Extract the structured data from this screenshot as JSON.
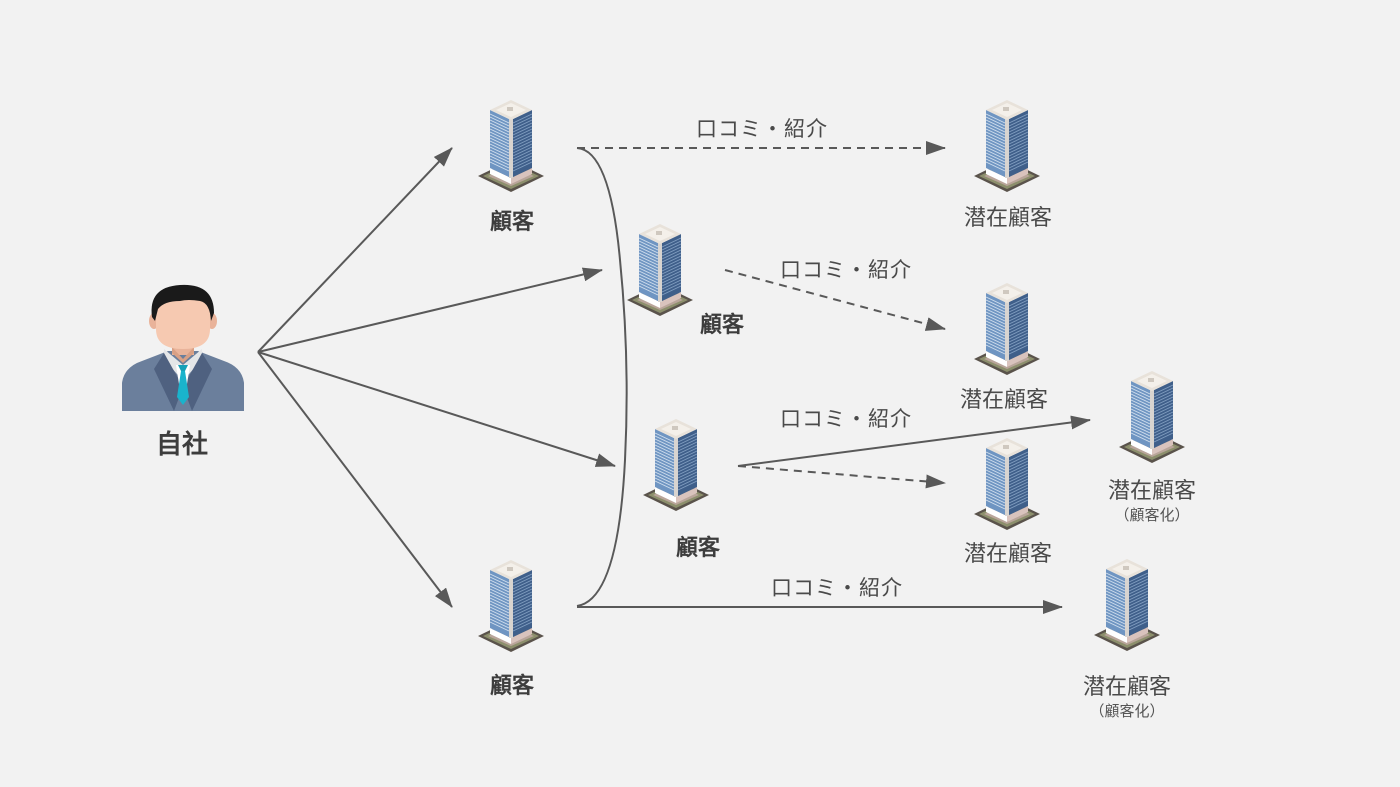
{
  "diagram": {
    "title": "口コミ・紹介による顧客拡大",
    "colors": {
      "background": "#f2f2f2",
      "arrow": "#595959",
      "text": "#444444"
    },
    "company": {
      "label": "自社",
      "icon": "businessman-icon"
    },
    "customers": [
      {
        "id": "customer-a",
        "label": "顧客",
        "icon": "office-building-icon"
      },
      {
        "id": "customer-b",
        "label": "顧客",
        "icon": "office-building-icon"
      },
      {
        "id": "customer-c",
        "label": "顧客",
        "icon": "office-building-icon"
      },
      {
        "id": "customer-d",
        "label": "顧客",
        "icon": "office-building-icon"
      }
    ],
    "prospects": [
      {
        "id": "prospect-1",
        "label": "潜在顧客",
        "sub": "",
        "icon": "office-building-icon"
      },
      {
        "id": "prospect-2",
        "label": "潜在顧客",
        "sub": "",
        "icon": "office-building-icon"
      },
      {
        "id": "prospect-3",
        "label": "潜在顧客",
        "sub": "",
        "icon": "office-building-icon"
      },
      {
        "id": "prospect-4",
        "label": "潜在顧客",
        "sub": "（顧客化）",
        "icon": "office-building-icon"
      },
      {
        "id": "prospect-5",
        "label": "潜在顧客",
        "sub": "（顧客化）",
        "icon": "office-building-icon"
      }
    ],
    "edges": [
      {
        "from": "company",
        "to": "customer-a",
        "style": "solid"
      },
      {
        "from": "company",
        "to": "customer-b",
        "style": "solid"
      },
      {
        "from": "company",
        "to": "customer-c",
        "style": "solid"
      },
      {
        "from": "company",
        "to": "customer-d",
        "style": "solid"
      },
      {
        "from": "customer-a",
        "to": "prospect-1",
        "style": "dashed",
        "label": "口コミ・紹介"
      },
      {
        "from": "customer-b",
        "to": "prospect-2",
        "style": "dashed",
        "label": "口コミ・紹介"
      },
      {
        "from": "customer-c",
        "to": "prospect-3",
        "style": "dashed",
        "label": ""
      },
      {
        "from": "customer-c",
        "to": "prospect-4",
        "style": "solid",
        "label": "口コミ・紹介"
      },
      {
        "from": "customer-d",
        "to": "prospect-5",
        "style": "solid",
        "label": "口コミ・紹介"
      }
    ],
    "bracket": {
      "groups": [
        "customer-a",
        "customer-b",
        "customer-c",
        "customer-d"
      ]
    }
  }
}
